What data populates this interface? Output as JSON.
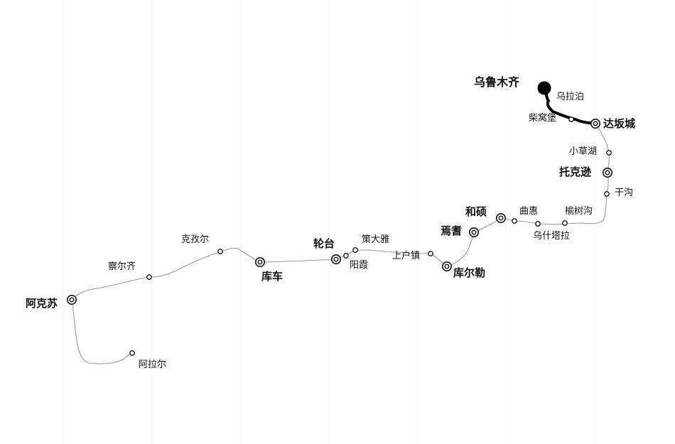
{
  "map": {
    "stations": {
      "urumqi": "乌鲁木齐",
      "wulabo": "乌拉泊",
      "chaiwopu": "柴窝堡",
      "dabancheng": "达坂城",
      "xiaocaohu": "小草湖",
      "toksun": "托克逊",
      "gangou": "干沟",
      "yushugou": "榆树沟",
      "wushitala": "乌什塔拉",
      "quhui": "曲惠",
      "heshuo": "和硕",
      "yanqi": "焉耆",
      "korla": "库尔勒",
      "shanghuzhen": "上户镇",
      "cedaya": "策大雅",
      "yangxia": "阳霞",
      "luntai": "轮台",
      "kuche": "库车",
      "kezier": "克孜尔",
      "chaerqi": "察尔齐",
      "aksu": "阿克苏",
      "alaer": "阿拉尔"
    },
    "colors": {
      "line": "#9a9a9a",
      "highlight": "#000000",
      "station_fill": "#ffffff",
      "station_stroke": "#111111"
    }
  }
}
